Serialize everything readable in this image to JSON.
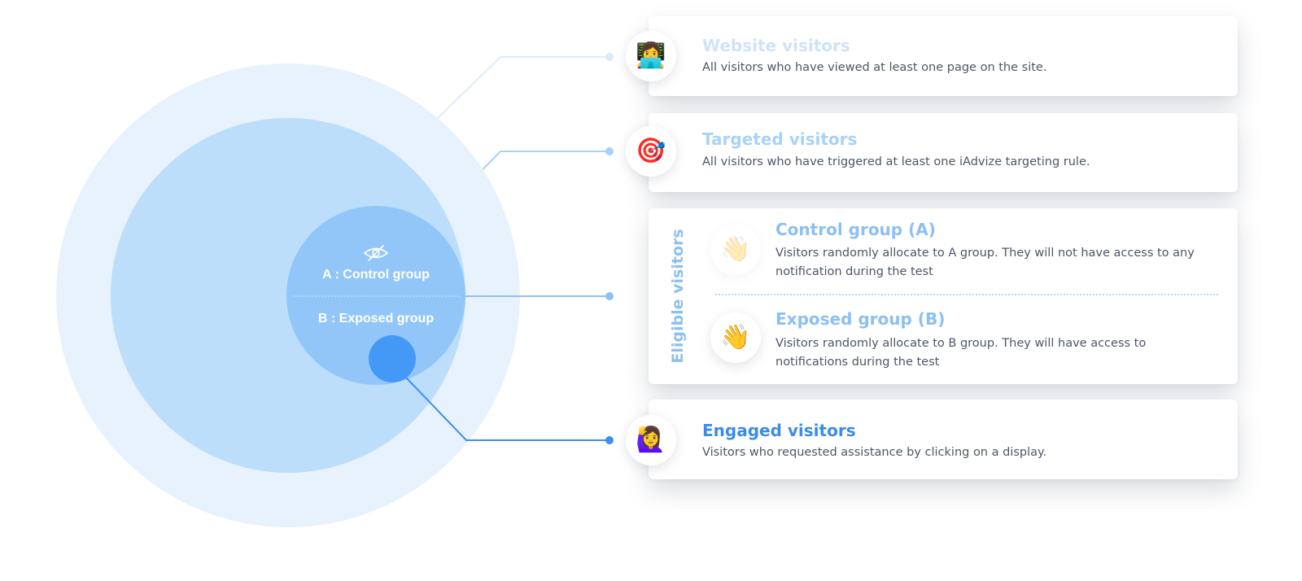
{
  "colors": {
    "outer_circle": "#e7f2fc",
    "middle_circle": "#bcdefa",
    "inner_circle": "#93c6f8",
    "engaged_dot": "#4599f6",
    "connector_website": "#dcebfa",
    "connector_targeted": "#a8d1f7",
    "connector_eligible": "#8cc2f5",
    "connector_engaged": "#3d8ef0",
    "title_website": "#cfe3f7",
    "title_targeted": "#a9d2f7",
    "title_eligible": "#8cc0f2",
    "title_engaged": "#3a8ce8"
  },
  "diagram": {
    "control_group_label": "A : Control group",
    "exposed_group_label": "B : Exposed group",
    "control_group_icon": "eye-slash-icon"
  },
  "cards": {
    "website": {
      "title": "Website visitors",
      "description": "All visitors who have viewed at least one page on the site.",
      "icon": "woman-technologist-icon",
      "emoji": "👩‍💻"
    },
    "targeted": {
      "title": "Targeted visitors",
      "description": "All visitors who have triggered at least one iAdvize targeting rule.",
      "icon": "direct-hit-target-icon",
      "emoji": "🎯"
    },
    "eligible": {
      "label": "Eligible visitors",
      "control": {
        "title": "Control group (A)",
        "description": "Visitors randomly allocate to A group. They will not have access to any notification during the test",
        "icon": "faded-waving-hand-icon",
        "emoji": "👋"
      },
      "exposed": {
        "title": "Exposed group (B)",
        "description": "Visitors randomly allocate to B group. They will have access to notifications during the test",
        "icon": "waving-hand-icon",
        "emoji": "👋"
      }
    },
    "engaged": {
      "title": "Engaged visitors",
      "description": "Visitors who requested assistance by clicking on a display.",
      "icon": "woman-raising-hand-icon",
      "emoji": "🙋‍♀️"
    }
  }
}
